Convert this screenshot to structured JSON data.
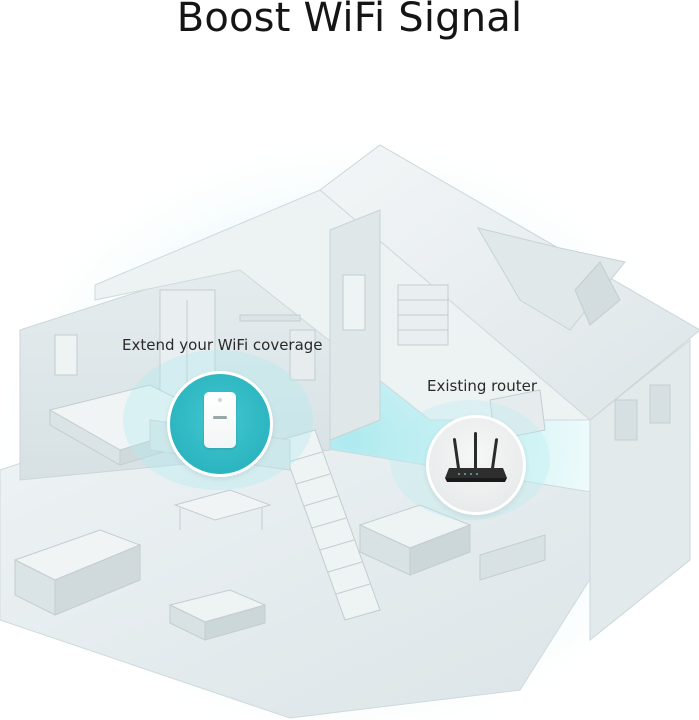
{
  "title": "Boost WiFi Signal",
  "labels": {
    "extend": "Extend your WiFi coverage",
    "router": "Existing router"
  },
  "colors": {
    "accent": "#2cb5c0",
    "glow": "#bfeef2",
    "house": "#e6ecee",
    "house_shade": "#d3dbde"
  },
  "icons": [
    "range-extender-icon",
    "router-icon"
  ]
}
